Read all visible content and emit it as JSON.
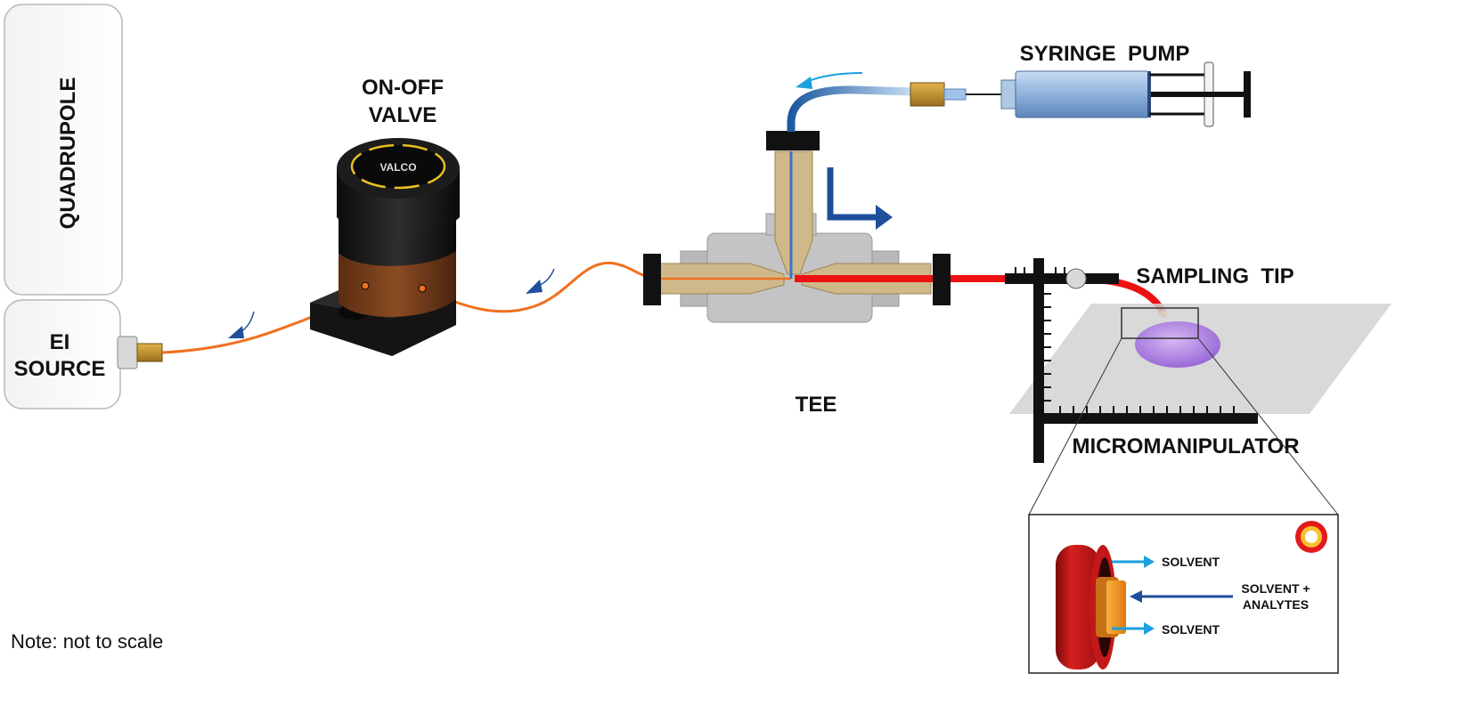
{
  "labels": {
    "quadrupole": "QUADRUPOLE",
    "ei_source_line1": "EI",
    "ei_source_line2": "SOURCE",
    "valve_line1": "ON-OFF",
    "valve_line2": "VALVE",
    "valve_brand": "VALCO",
    "syringe_pump": "SYRINGE  PUMP",
    "sampling_tip": "SAMPLING  TIP",
    "tee": "TEE",
    "micromanipulator": "MICROMANIPULATOR",
    "note": "Note: not to scale"
  },
  "inset": {
    "solvent_top": "SOLVENT",
    "solvent_bottom": "SOLVENT",
    "solvent_analytes_line1": "SOLVENT +",
    "solvent_analytes_line2": "ANALYTES"
  },
  "colors": {
    "capillary_orange": "#f07020",
    "capillary_red": "#ee1111",
    "flow_arrow_blue": "#1e4f9c",
    "solvent_arrow_cyan": "#1aa0e0",
    "sample_purple": "#b084e0"
  }
}
